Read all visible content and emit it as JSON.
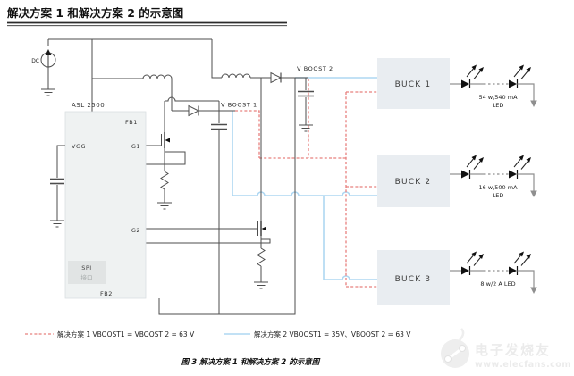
{
  "page": {
    "title": "解决方案 1 和解决方案 2 的示意图",
    "caption": "图 3 解决方案 1 和解决方案 2 的示意图"
  },
  "schematic": {
    "source_label": "DC",
    "ic": {
      "name": "ASL 2500",
      "pins": {
        "vgg": "VGG",
        "fb1": "FB1",
        "g1": "G1",
        "g2": "G2",
        "fb2": "FB2"
      },
      "spi": {
        "line1": "SPI",
        "line2": "接口"
      }
    },
    "nets": {
      "vboost1": "V BOOST 1",
      "vboost2": "V BOOST 2"
    },
    "bucks": [
      {
        "label": "BUCK 1",
        "led_line1": "54 w/540 mA",
        "led_line2": "LED"
      },
      {
        "label": "BUCK 2",
        "led_line1": "16 w/500 mA",
        "led_line2": "LED"
      },
      {
        "label": "BUCK 3",
        "led_line1": "8 w/2 A LED",
        "led_line2": ""
      }
    ]
  },
  "legend": {
    "solution1": "解决方案 1 VBOOST1 = VBOOST 2 = 63 V",
    "solution2": "解决方案 2 VBOOST1 = 35V、VBOOST 2 = 63 V"
  },
  "watermark": {
    "name": "电子发烧友",
    "url": "www.elecfans.com"
  },
  "colors": {
    "solution1_red": "#e8807e",
    "solution2_blue": "#aed7f2",
    "buck_fill": "#e9edf1",
    "ic_fill": "#eff2f2",
    "wire": "#4d4d4d"
  }
}
